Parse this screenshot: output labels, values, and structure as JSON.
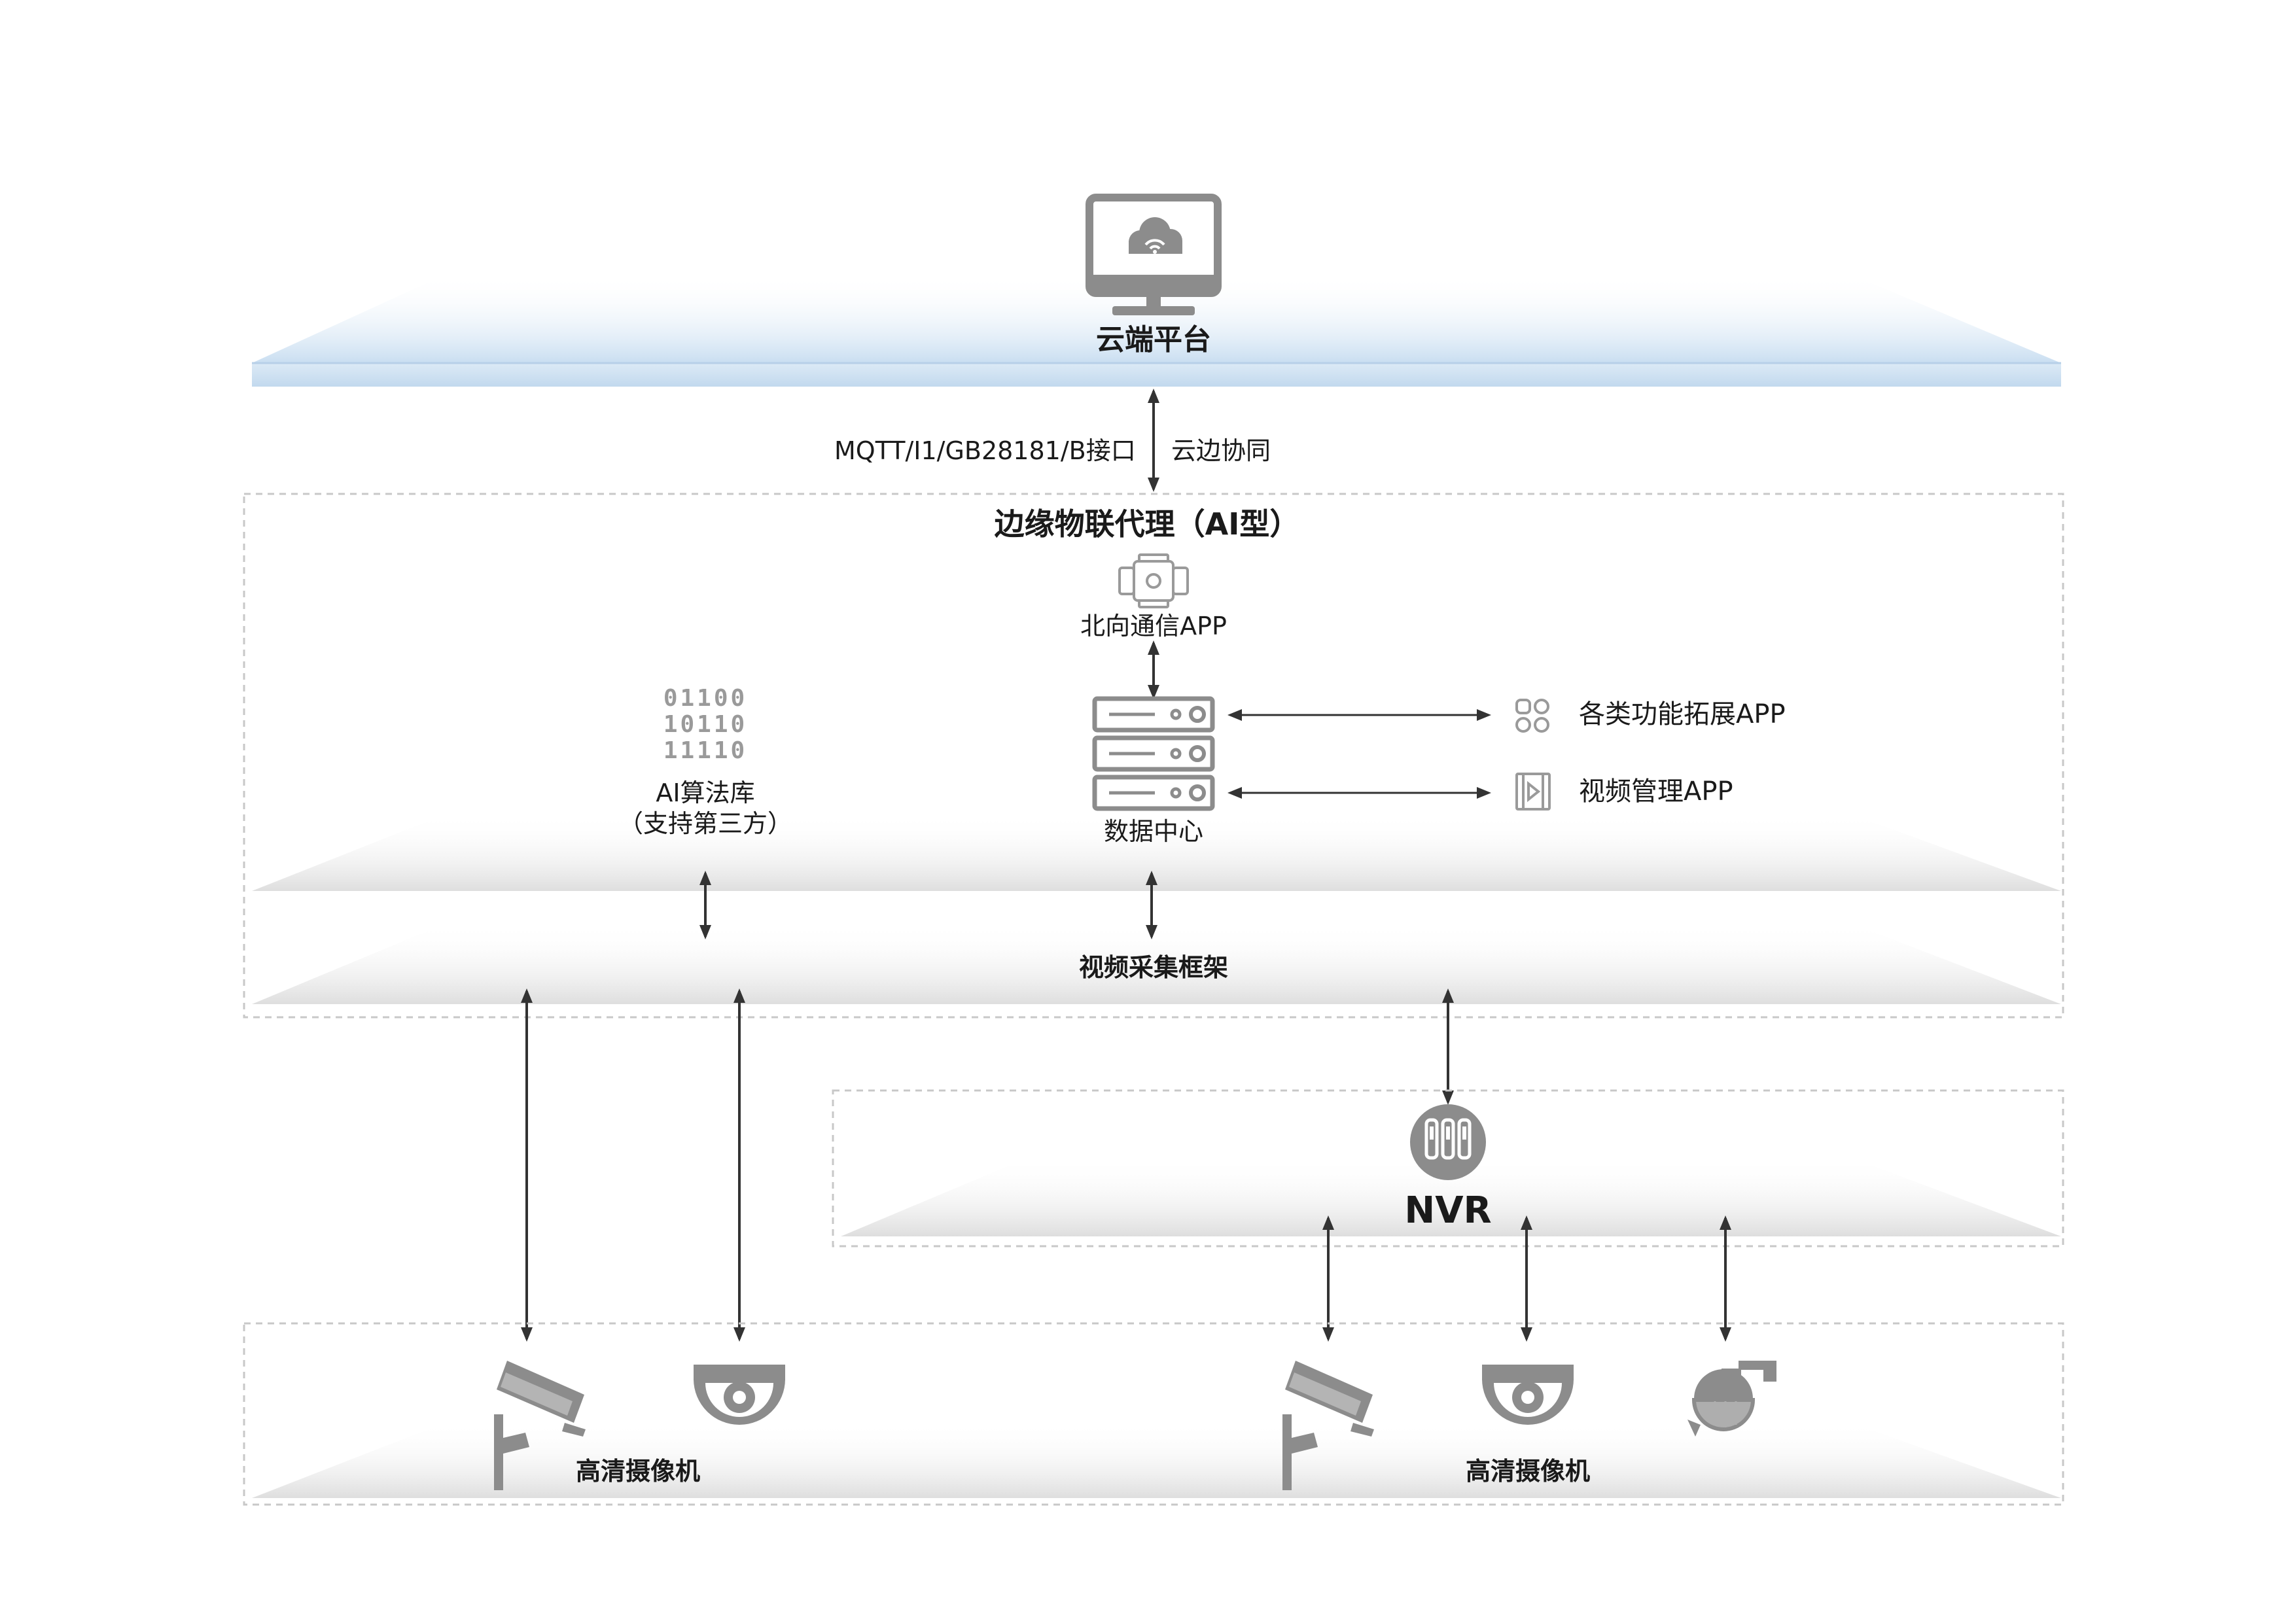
{
  "cloud": {
    "title": "云端平台"
  },
  "interface": {
    "left": "MQTT/I1/GB28181/B接口",
    "right": "云边协同"
  },
  "edge": {
    "title": "边缘物联代理（AI型）",
    "north_app": "北向通信APP",
    "binary": [
      "01100",
      "10110",
      "11110"
    ],
    "ai_lib_line1": "AI算法库",
    "ai_lib_line2": "（支持第三方）",
    "data_center": "数据中心",
    "ext_app": "各类功能拓展APP",
    "video_app": "视频管理APP",
    "video_framework": "视频采集框架"
  },
  "nvr": {
    "title": "NVR"
  },
  "cameras": {
    "left_label": "高清摄像机",
    "right_label": "高清摄像机"
  },
  "colors": {
    "icon_gray": "#8c8c8c",
    "arrow": "#333333",
    "dash": "#c8c8c8",
    "cloud_blue": "#cfe3f4"
  }
}
